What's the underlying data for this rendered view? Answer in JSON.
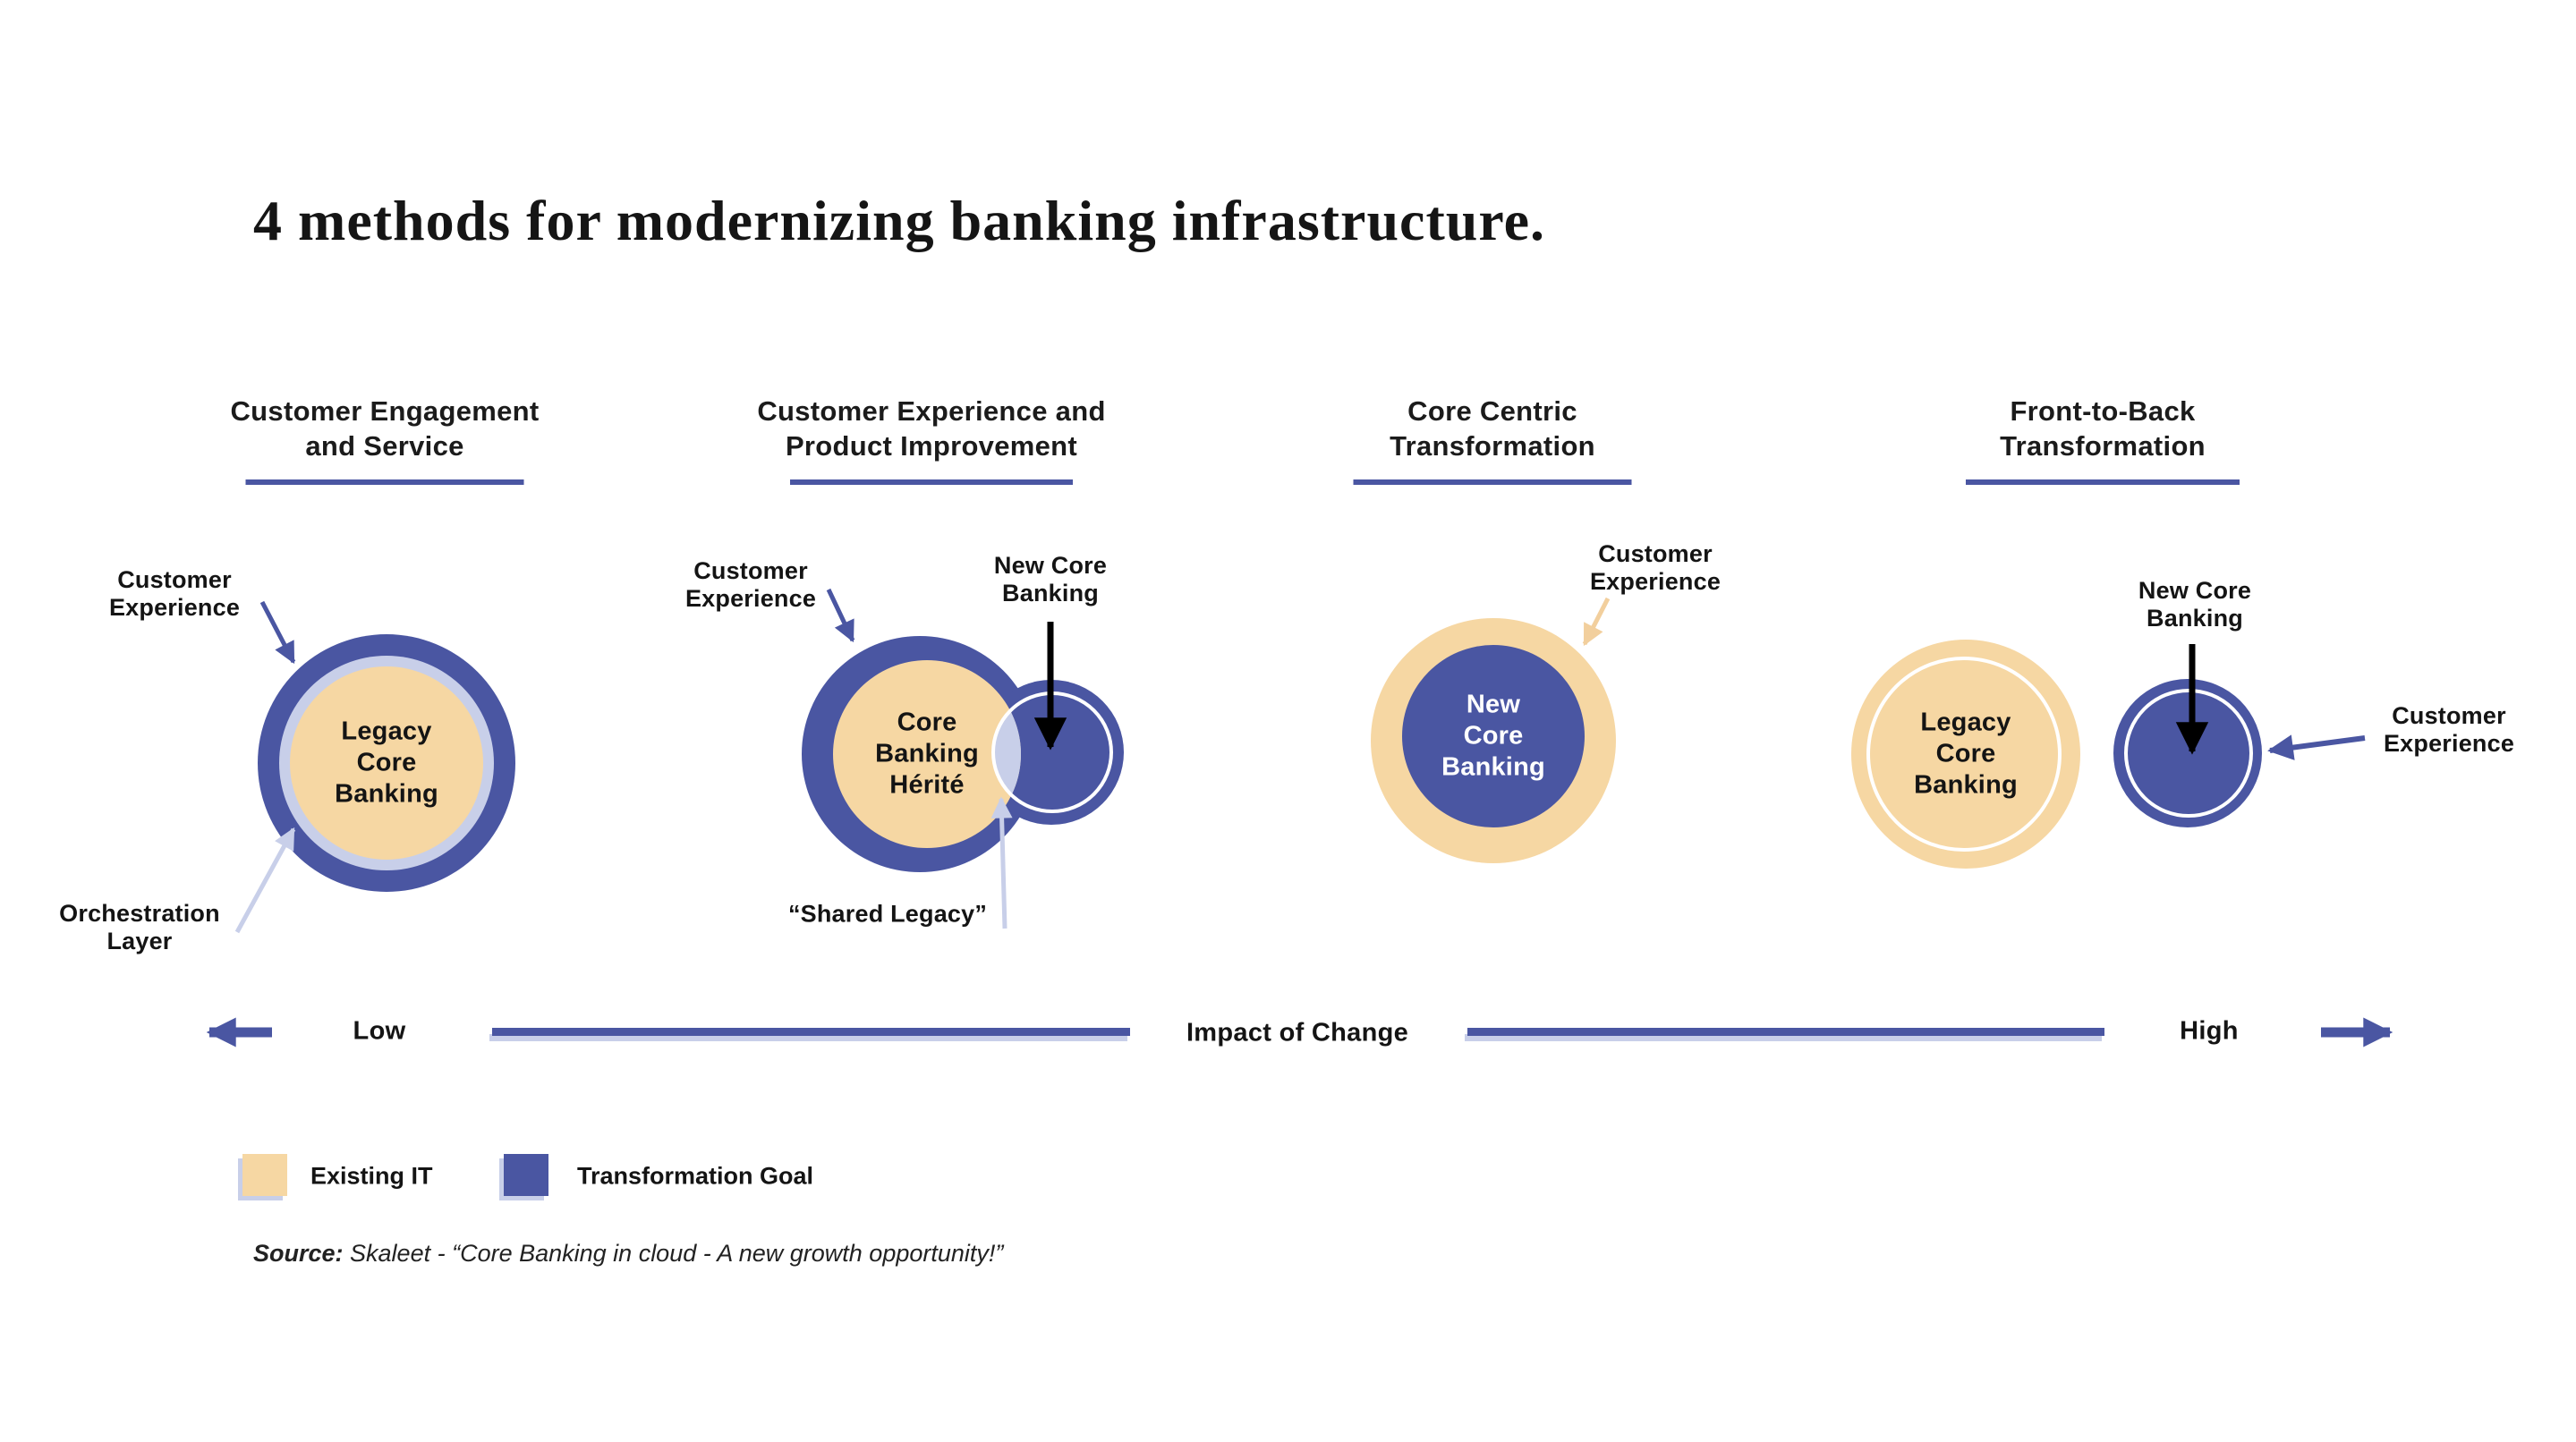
{
  "title": "4 methods for modernizing banking infrastructure.",
  "colors": {
    "existing_it": "#f6d7a3",
    "transformation_goal": "#4a56a2",
    "orchestration": "#c8cfe9",
    "arrow_tan": "#f2cf9d",
    "arrow_black": "#000000",
    "white": "#ffffff"
  },
  "columns": [
    {
      "header": "Customer Engagement\nand Service"
    },
    {
      "header": "Customer Experience and\nProduct Improvement"
    },
    {
      "header": "Core Centric\nTransformation"
    },
    {
      "header": "Front-to-Back\nTransformation"
    }
  ],
  "diagrams": {
    "method1": {
      "center_label": "Legacy\nCore\nBanking",
      "customer_experience": "Customer\nExperience",
      "orchestration_layer": "Orchestration\nLayer"
    },
    "method2": {
      "center_label": "Core\nBanking\nHérité",
      "customer_experience": "Customer\nExperience",
      "new_core_banking": "New Core\nBanking",
      "shared_legacy": "“Shared Legacy”"
    },
    "method3": {
      "center_label": "New\nCore\nBanking",
      "customer_experience": "Customer\nExperience"
    },
    "method4": {
      "center_label": "Legacy\nCore\nBanking",
      "new_core_banking": "New Core\nBanking",
      "customer_experience": "Customer\nExperience"
    }
  },
  "axis": {
    "low": "Low",
    "label": "Impact of Change",
    "high": "High"
  },
  "legend": [
    {
      "label": "Existing IT",
      "color": "#f6d7a3"
    },
    {
      "label": "Transformation Goal",
      "color": "#4a56a2"
    }
  ],
  "source": {
    "prefix": "Source:",
    "text": " Skaleet - “Core Banking in cloud - A new growth opportunity!”"
  }
}
